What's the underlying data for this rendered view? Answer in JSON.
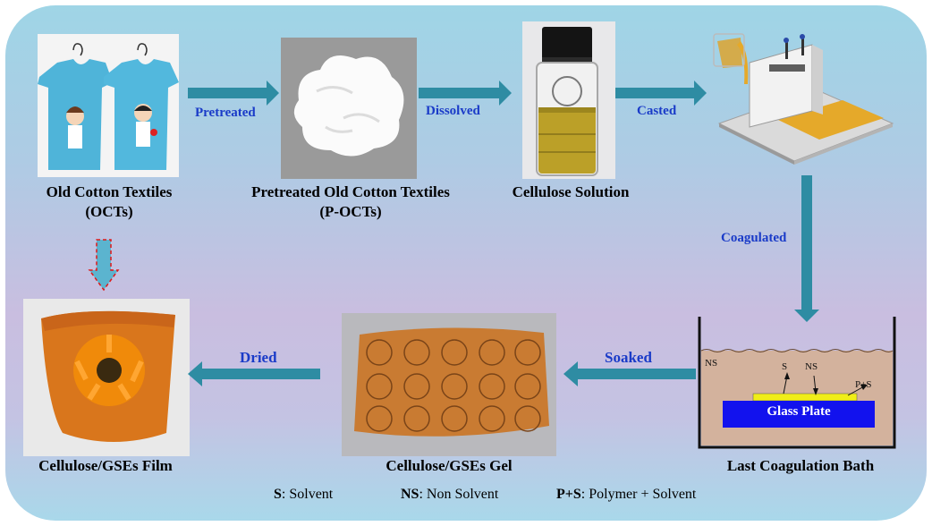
{
  "stages": {
    "oct": {
      "line1": "Old Cotton Textiles",
      "line2": "(OCTs)"
    },
    "poct": {
      "line1": "Pretreated Old Cotton Textiles",
      "line2": "(P-OCTs)"
    },
    "solution": {
      "line1": "Cellulose Solution"
    },
    "bath": {
      "line1": "Last Coagulation Bath"
    },
    "gel": {
      "line1": "Cellulose/GSEs Gel"
    },
    "film": {
      "line1": "Cellulose/GSEs Film"
    }
  },
  "steps": {
    "pretreated": "Pretreated",
    "dissolved": "Dissolved",
    "casted": "Casted",
    "coagulated": "Coagulated",
    "soaked": "Soaked",
    "dried": "Dried"
  },
  "bath_labels": {
    "ns_left": "NS",
    "s": "S",
    "ns": "NS",
    "ps": "P+S",
    "plate": "Glass Plate"
  },
  "legend": [
    {
      "key": "S",
      "desc": ": Solvent"
    },
    {
      "key": "NS",
      "desc": ": Non Solvent"
    },
    {
      "key": "P+S",
      "desc": ": Polymer + Solvent"
    }
  ],
  "colors": {
    "arrow": "#2e8ca3",
    "step_text": "#1a3bc8",
    "glass_plate": "#1212ee",
    "film_layer": "#f0ee18",
    "gel": "#c9772a",
    "film": "#d9761c"
  }
}
